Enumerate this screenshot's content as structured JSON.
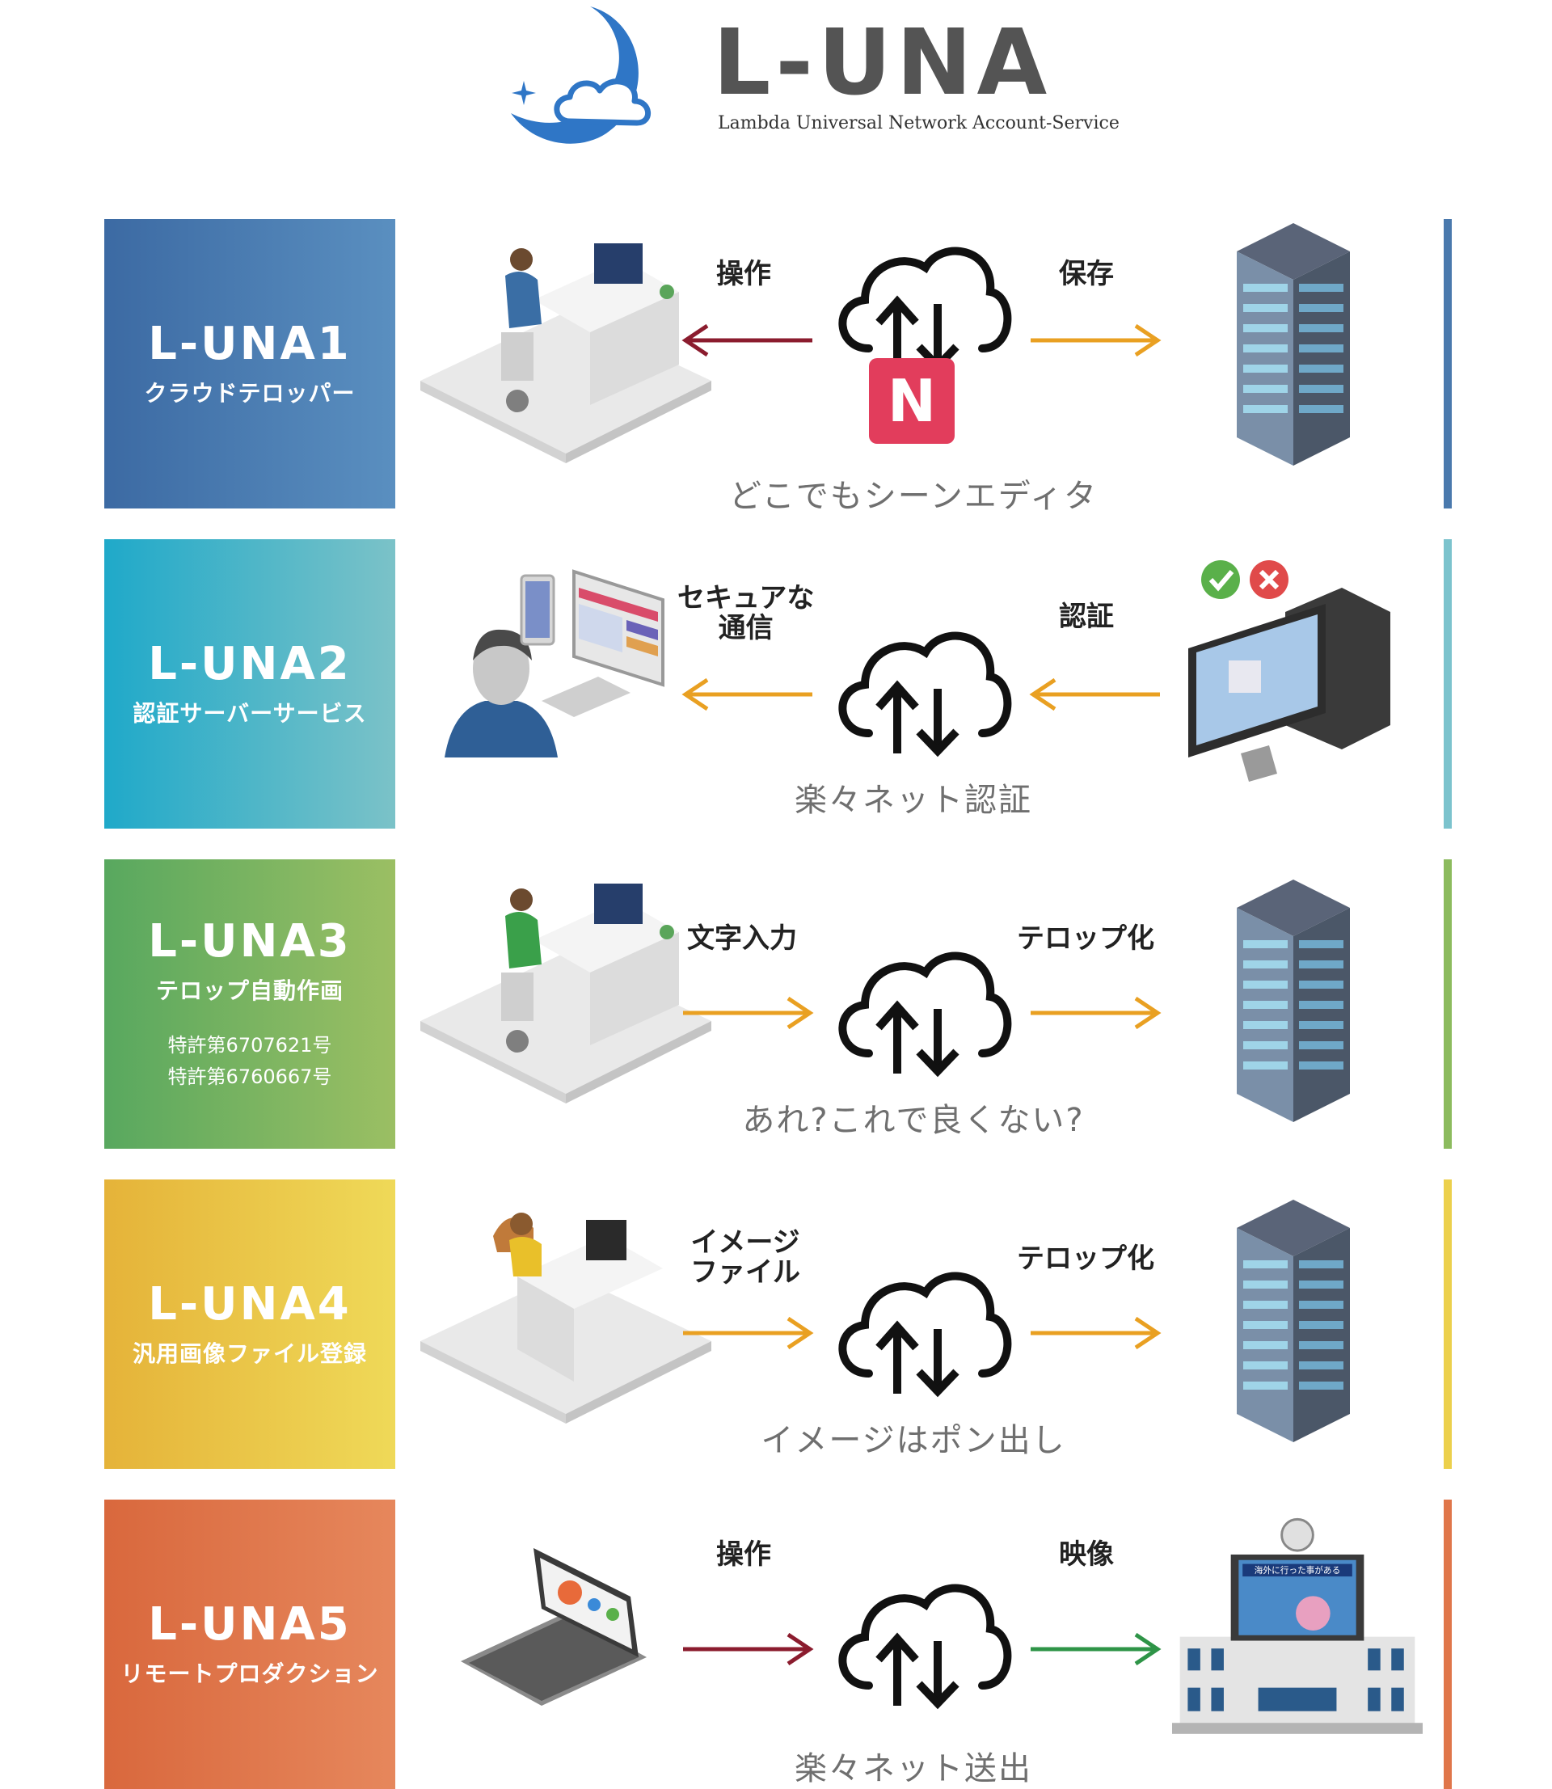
{
  "header": {
    "logo_text": "L-UNA",
    "tagline": "Lambda Universal Network Account-Service",
    "colors": {
      "moon": "#2f76c6",
      "text": "#545454"
    }
  },
  "rows": [
    {
      "code": "L-UNA1",
      "name": "クラウドテロッパー",
      "color_from": "#3c6aa3",
      "color_to": "#5a8fc0",
      "left_label": "操作",
      "right_label": "保存",
      "caption": "どこでもシーンエディタ",
      "left_arrow": "pointing-left",
      "left_arrow_color": "#8b1c2e",
      "right_arrow": "pointing-right",
      "right_arrow_color": "#e9a022",
      "left_illustration": "person-at-desk-icon",
      "right_illustration": "server-rack-icon",
      "badge": "N"
    },
    {
      "code": "L-UNA2",
      "name": "認証サーバーサービス",
      "color_from": "#1fa9c9",
      "color_to": "#7bc2c8",
      "left_label": "セキュアな\n通信",
      "right_label": "認証",
      "caption": "楽々ネット認証",
      "left_arrow": "pointing-left",
      "left_arrow_color": "#e9a022",
      "right_arrow": "pointing-left",
      "right_arrow_color": "#e9a022",
      "left_illustration": "user-with-devices-icon",
      "right_illustration": "authentication-computer-icon"
    },
    {
      "code": "L-UNA3",
      "name": "テロップ自動作画",
      "patents": [
        "特許第6707621号",
        "特許第6760667号"
      ],
      "color_from": "#58a85f",
      "color_to": "#9bbf63",
      "left_label": "文字入力",
      "right_label": "テロップ化",
      "caption": "あれ?これで良くない?",
      "left_arrow": "pointing-right",
      "left_arrow_color": "#e9a022",
      "right_arrow": "pointing-right",
      "right_arrow_color": "#e9a022",
      "left_illustration": "person-at-desk-icon",
      "right_illustration": "server-rack-icon"
    },
    {
      "code": "L-UNA4",
      "name": "汎用画像ファイル登録",
      "color_from": "#e5b339",
      "color_to": "#efd958",
      "left_label": "イメージ\nファイル",
      "right_label": "テロップ化",
      "caption": "イメージはポン出し",
      "left_arrow": "pointing-right",
      "left_arrow_color": "#e9a022",
      "right_arrow": "pointing-right",
      "right_arrow_color": "#e9a022",
      "left_illustration": "woman-at-desk-icon",
      "right_illustration": "server-rack-icon"
    },
    {
      "code": "L-UNA5",
      "name": "リモートプロダクション",
      "color_from": "#d9683d",
      "color_to": "#e6875c",
      "left_label": "操作",
      "right_label": "映像",
      "caption": "楽々ネット送出",
      "left_arrow": "pointing-right",
      "left_arrow_color": "#8b1c2e",
      "right_arrow": "pointing-right",
      "right_arrow_color": "#2e9447",
      "left_illustration": "laptop-icon",
      "right_illustration": "broadcast-building-icon",
      "screen_text": "海外に行った事がある"
    }
  ]
}
